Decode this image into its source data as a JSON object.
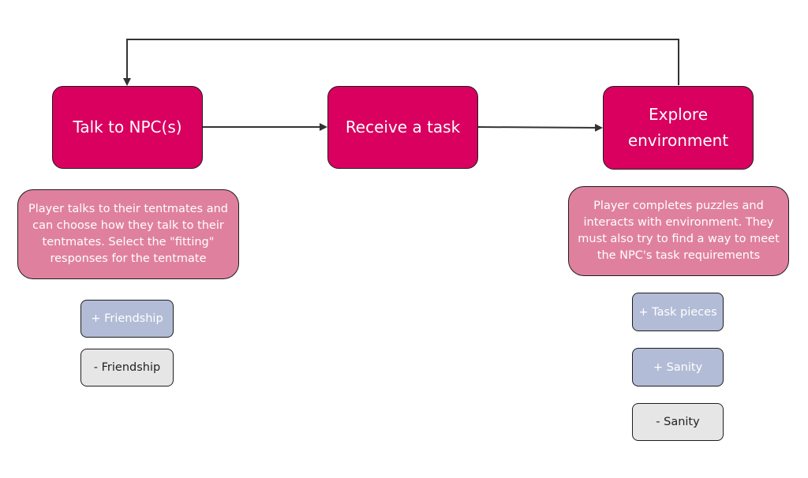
{
  "nodes": {
    "talk": "Talk to NPC(s)",
    "receive": "Receive a task",
    "explore": "Explore environment"
  },
  "notes": {
    "talk": "Player talks to their tentmates and can choose how they talk to their tentmates. Select the \"fitting\" responses for the tentmate",
    "explore": "Player completes puzzles and interacts with environment. They must also try to find a way to meet the NPC's task requirements"
  },
  "tags": {
    "friendship_plus": "+ Friendship",
    "friendship_minus": "- Friendship",
    "task_pieces_plus": "+ Task pieces",
    "sanity_plus": "+ Sanity",
    "sanity_minus": "- Sanity"
  },
  "colors": {
    "main_node": "#d9005f",
    "note": "#e0809f",
    "positive_tag": "#b2bcd6",
    "negative_tag": "#e6e6e6",
    "connector": "#333333"
  }
}
